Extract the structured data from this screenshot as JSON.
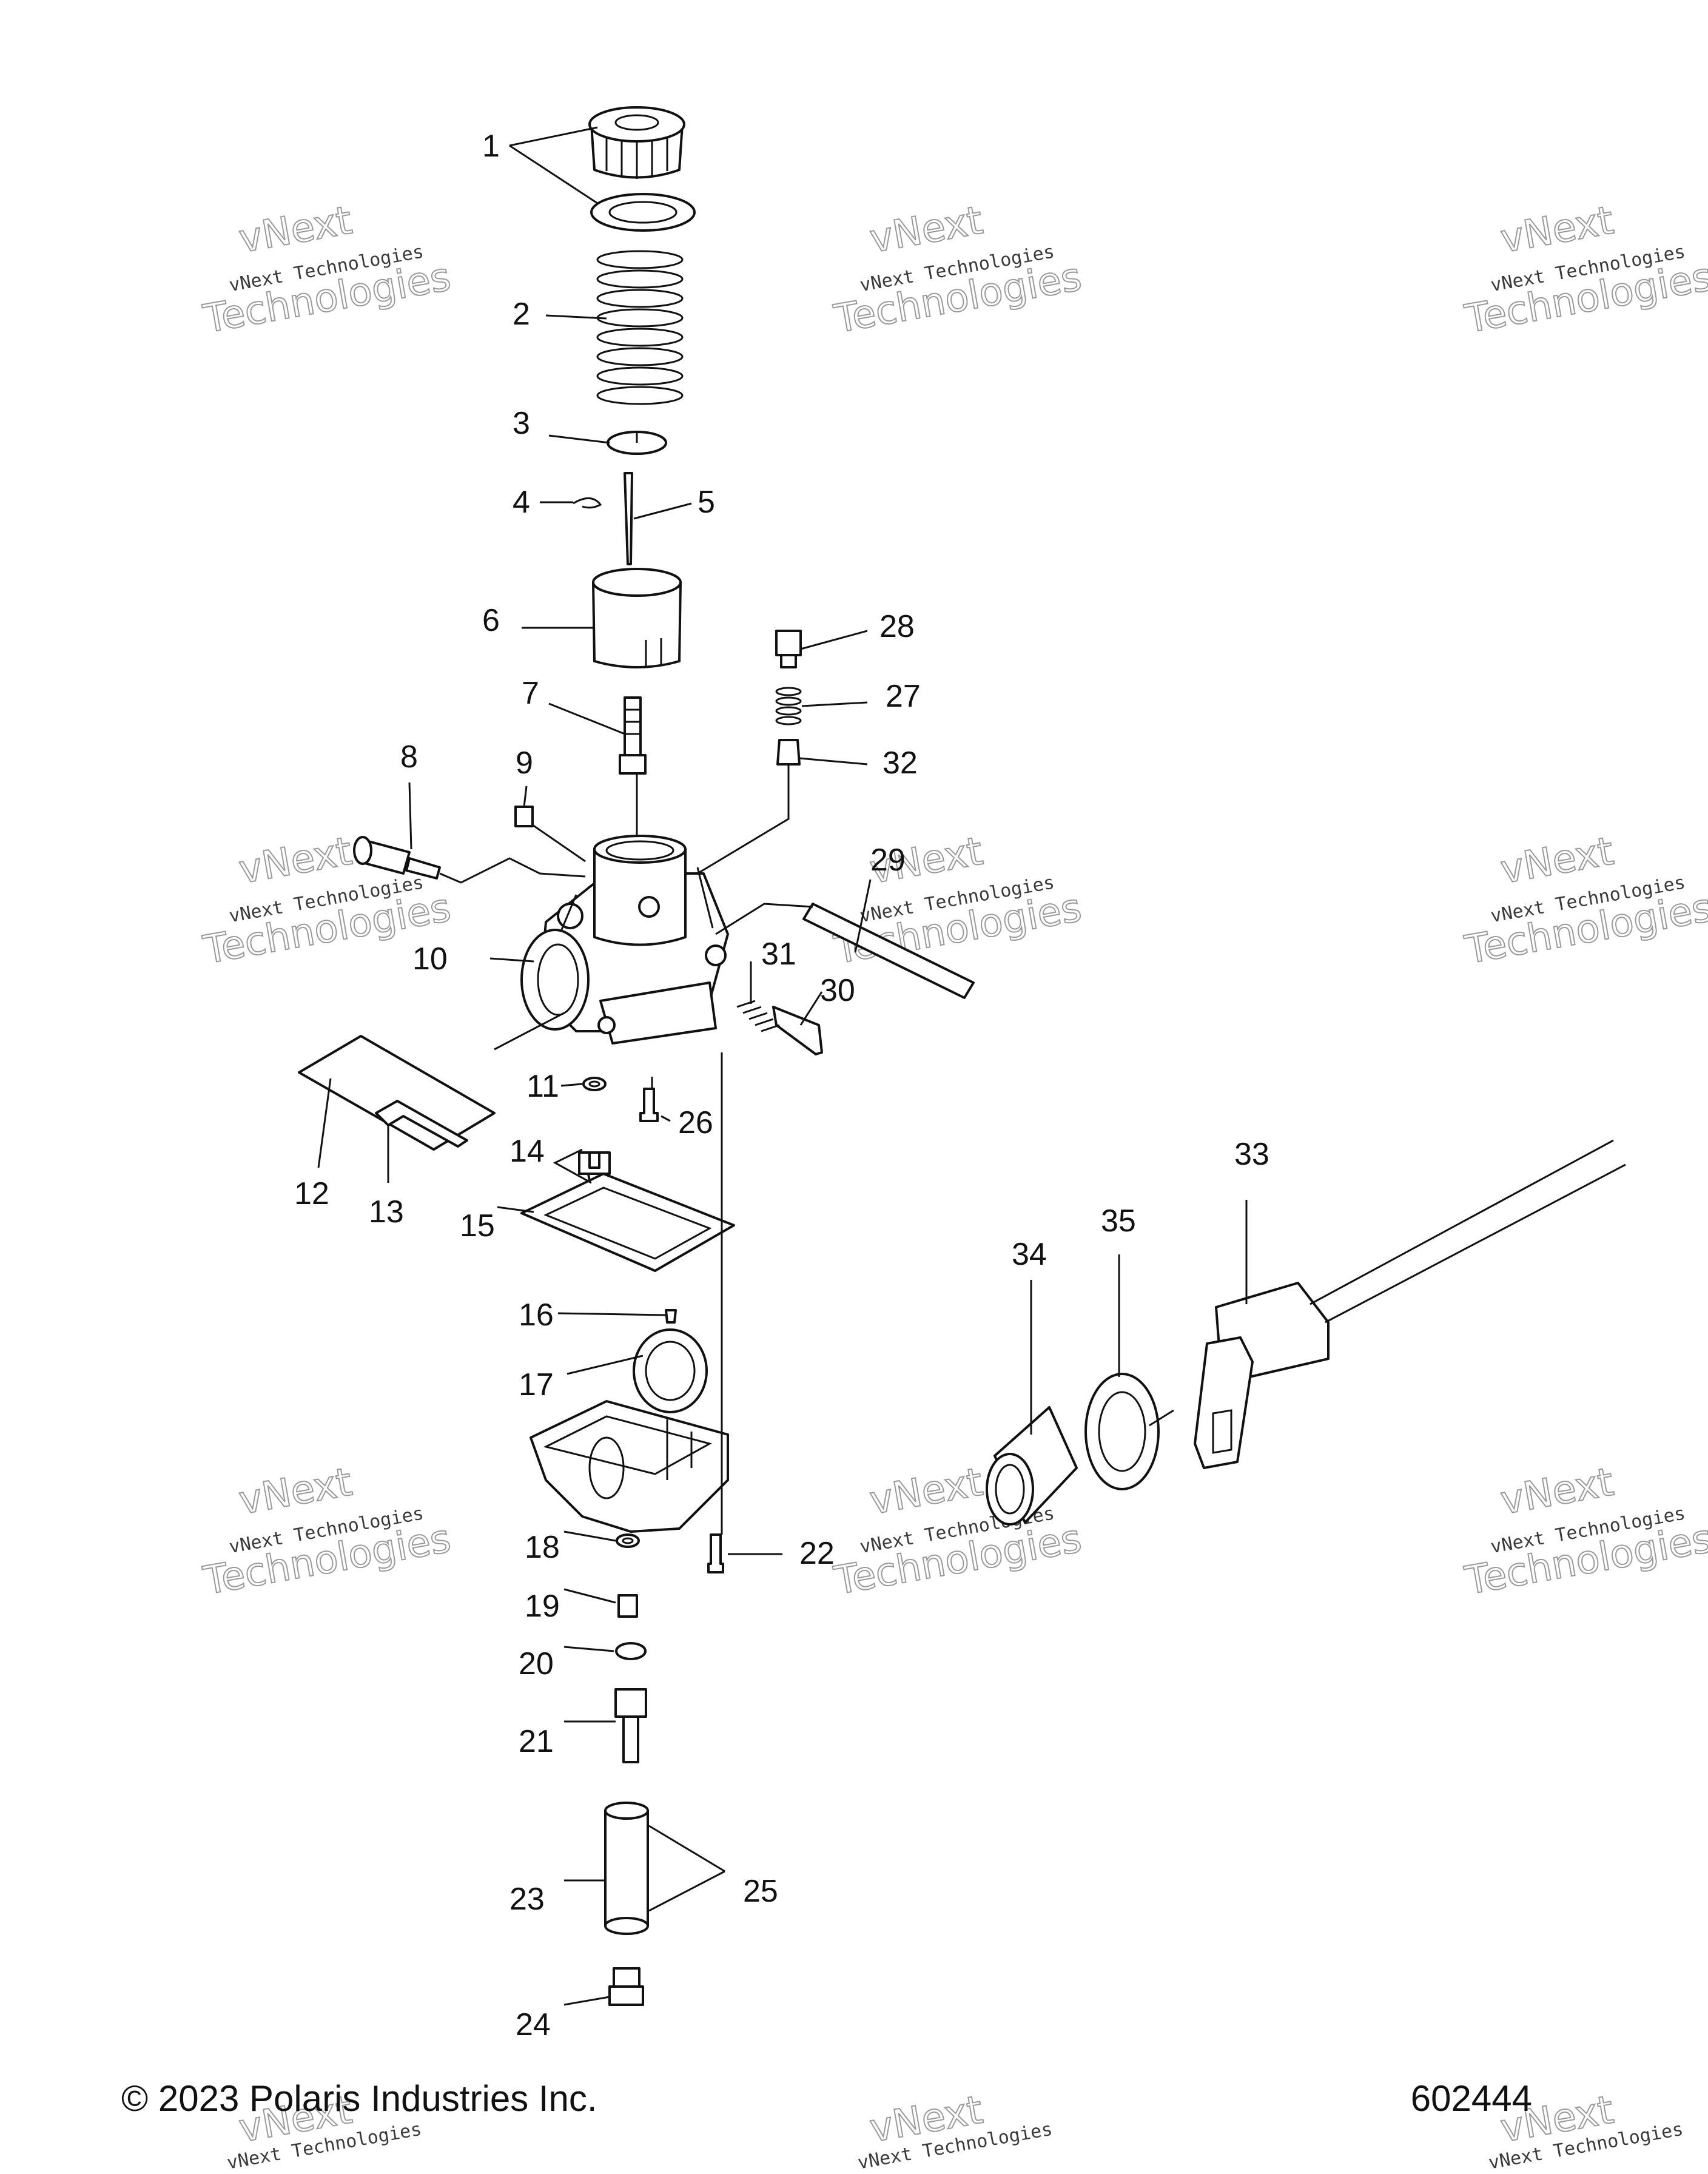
{
  "copyright": "© 2023 Polaris Industries Inc.",
  "diagram_number": "602444",
  "watermark": {
    "line_small": "vNext Technologies",
    "line_big_1": "vNext",
    "line_big_2": "Technologies"
  },
  "callouts": {
    "c1": "1",
    "c2": "2",
    "c3": "3",
    "c4": "4",
    "c5": "5",
    "c6": "6",
    "c7": "7",
    "c8": "8",
    "c9": "9",
    "c10": "10",
    "c11": "11",
    "c12": "12",
    "c13": "13",
    "c14": "14",
    "c15": "15",
    "c16": "16",
    "c17": "17",
    "c18": "18",
    "c19": "19",
    "c20": "20",
    "c21": "21",
    "c22": "22",
    "c23": "23",
    "c24": "24",
    "c25": "25",
    "c26": "26",
    "c27": "27",
    "c28": "28",
    "c29": "29",
    "c30": "30",
    "c31": "31",
    "c32": "32",
    "c33": "33",
    "c34": "34",
    "c35": "35"
  }
}
